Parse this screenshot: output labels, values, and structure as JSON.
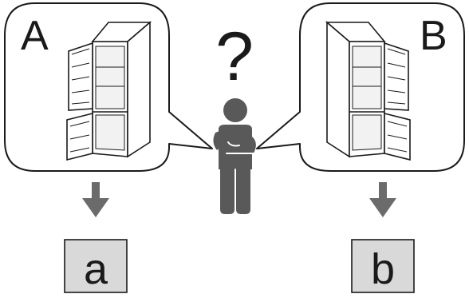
{
  "question": "?",
  "options": {
    "a": {
      "bubble_label": "A",
      "result_label": "a",
      "door_hinge_side": "left"
    },
    "b": {
      "bubble_label": "B",
      "result_label": "b",
      "door_hinge_side": "right"
    }
  },
  "colors": {
    "outline": "#1a1a1a",
    "person": "#595959",
    "arrow": "#6b6b6b",
    "result_box_fill": "#d9d9d9",
    "fridge_shadow": "#d0d0d0",
    "background": "#ffffff"
  },
  "icons": {
    "person": "thinking-person-icon",
    "arrow": "arrow-down-icon",
    "fridge": "fridge-freezer-open-doors-icon"
  }
}
